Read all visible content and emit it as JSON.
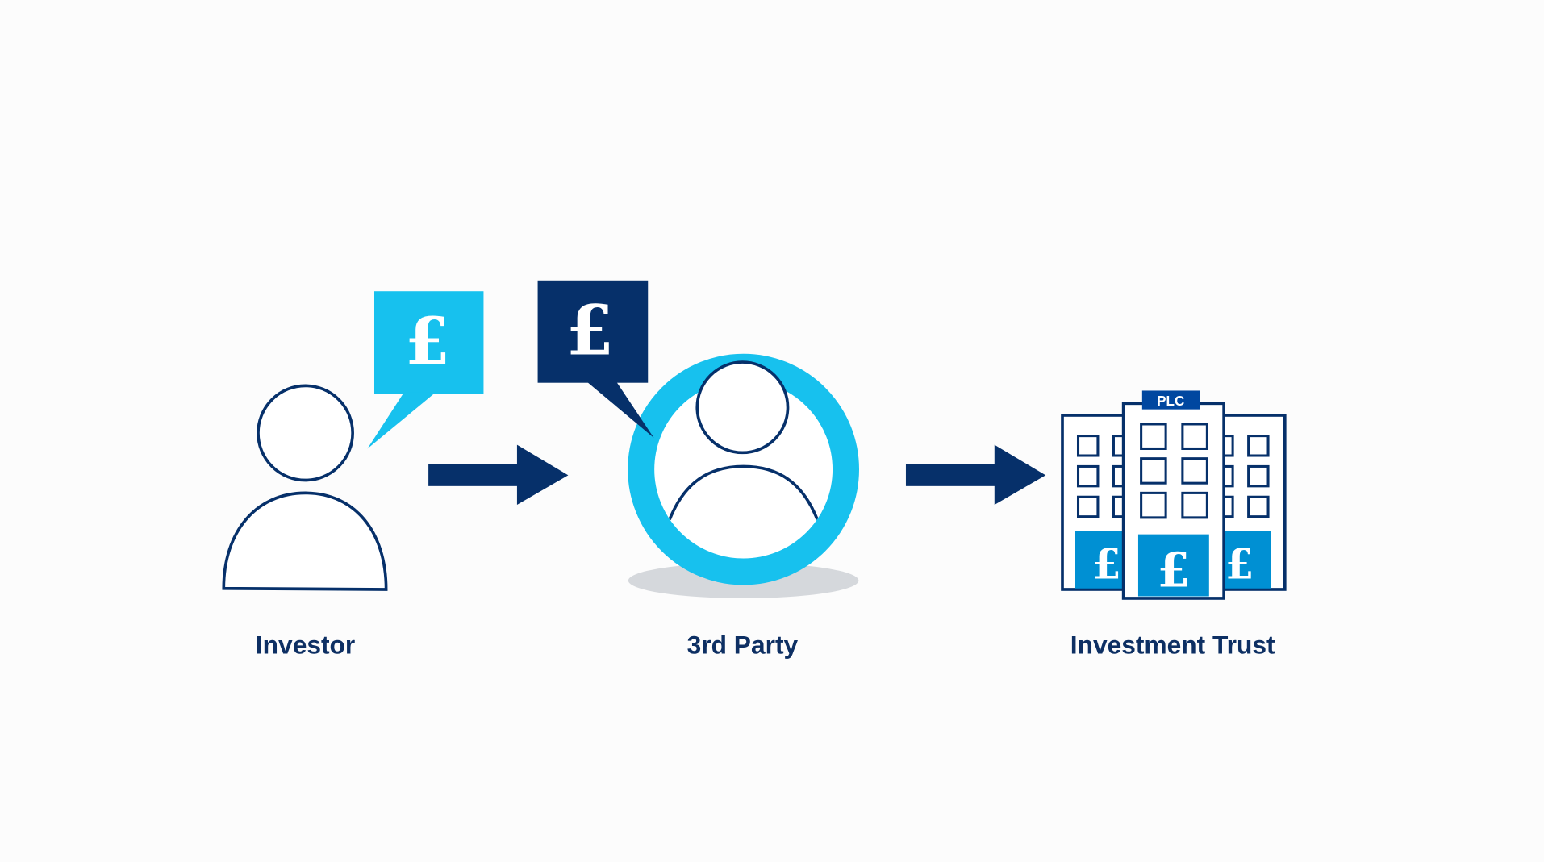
{
  "nodes": [
    {
      "label": "Investor"
    },
    {
      "label": "3rd Party"
    },
    {
      "label": "Investment Trust"
    }
  ],
  "symbols": {
    "currency": "£",
    "building_sign": "PLC"
  },
  "colors": {
    "navy": "#06306a",
    "cyan": "#17c1ee",
    "blue": "#0090d3",
    "plc": "#0047a0",
    "shadow": "#d5d8dc"
  }
}
